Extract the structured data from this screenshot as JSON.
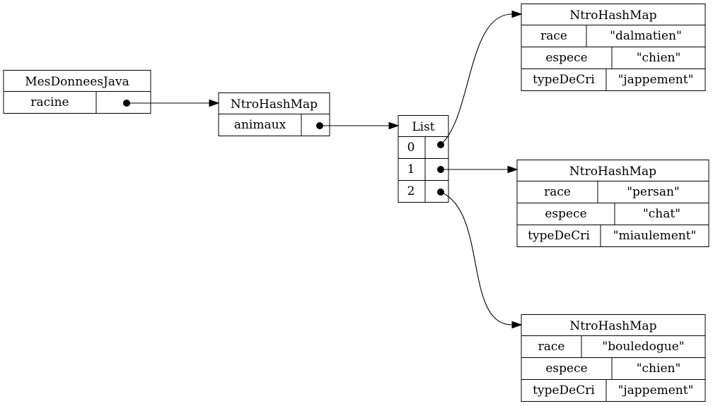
{
  "root": {
    "title": "MesDonneesJava",
    "key": "racine"
  },
  "animals_map": {
    "title": "NtroHashMap",
    "key": "animaux"
  },
  "list": {
    "title": "List",
    "indices": [
      "0",
      "1",
      "2"
    ]
  },
  "maps": [
    {
      "title": "NtroHashMap",
      "rows": [
        {
          "key": "race",
          "value": "\"dalmatien\""
        },
        {
          "key": "espece",
          "value": "\"chien\""
        },
        {
          "key": "typeDeCri",
          "value": "\"jappement\""
        }
      ]
    },
    {
      "title": "NtroHashMap",
      "rows": [
        {
          "key": "race",
          "value": "\"persan\""
        },
        {
          "key": "espece",
          "value": "\"chat\""
        },
        {
          "key": "typeDeCri",
          "value": "\"miaulement\""
        }
      ]
    },
    {
      "title": "NtroHashMap",
      "rows": [
        {
          "key": "race",
          "value": "\"bouledogue\""
        },
        {
          "key": "espece",
          "value": "\"chien\""
        },
        {
          "key": "typeDeCri",
          "value": "\"jappement\""
        }
      ]
    }
  ]
}
